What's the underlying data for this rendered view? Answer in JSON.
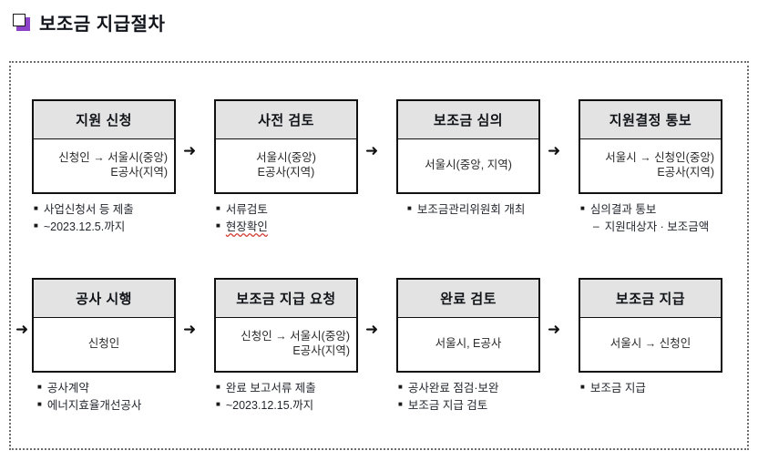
{
  "title": {
    "text": "보조금 지급절차",
    "icon": "square-note-icon",
    "accent_color": "#8e44c8"
  },
  "frame": {
    "border_style": "dotted",
    "border_color": "#6e6e6e"
  },
  "colors": {
    "header_fill": "#e3e3e3",
    "box_border": "#111111",
    "text": "#23272e",
    "spellcheck_underline": "#d03a2f"
  },
  "flow": {
    "arrow_glyph": "➜",
    "rows": [
      {
        "lead_arrow": false,
        "steps": [
          {
            "header": "지원 신청",
            "body": "신청인 → 서울시(중앙)\nE공사(지역)",
            "body_align": "right",
            "arrow_after": true,
            "bullets": [
              {
                "text": "사업신청서 등 제출",
                "marker": "■",
                "level": 1,
                "squiggle": false
              },
              {
                "text": "~2023.12.5.까지",
                "marker": "■",
                "level": 1,
                "squiggle": false
              }
            ]
          },
          {
            "header": "사전 검토",
            "body": "서울시(중앙)\nE공사(지역)",
            "body_align": "center",
            "arrow_after": true,
            "bullets": [
              {
                "text": "서류검토",
                "marker": "■",
                "level": 1,
                "squiggle": false
              },
              {
                "text": "현장확인",
                "marker": "■",
                "level": 1,
                "squiggle": true
              }
            ]
          },
          {
            "header": "보조금 심의",
            "body": "서울시(중앙, 지역)",
            "body_align": "center",
            "arrow_after": true,
            "bullets": [
              {
                "text": "보조금관리위원회 개최",
                "marker": "■",
                "level": 1,
                "squiggle": false
              }
            ]
          },
          {
            "header": "지원결정 통보",
            "body": "서울시 → 신청인(중앙)\nE공사(지역)",
            "body_align": "right",
            "arrow_after": false,
            "bullets": [
              {
                "text": "심의결과 통보",
                "marker": "■",
                "level": 1,
                "squiggle": false
              },
              {
                "text": "지원대상자 · 보조금액",
                "marker": "–",
                "level": 2,
                "squiggle": false
              }
            ]
          }
        ]
      },
      {
        "lead_arrow": true,
        "steps": [
          {
            "header": "공사 시행",
            "body": "신청인",
            "body_align": "center",
            "arrow_after": true,
            "bullets": [
              {
                "text": "공사계약",
                "marker": "■",
                "level": 1,
                "squiggle": false
              },
              {
                "text": "에너지효율개선공사",
                "marker": "■",
                "level": 1,
                "squiggle": false
              }
            ]
          },
          {
            "header": "보조금 지급 요청",
            "body": "신청인 → 서울시(중앙)\nE공사(지역)",
            "body_align": "right",
            "arrow_after": true,
            "bullets": [
              {
                "text": "완료 보고서류 제출",
                "marker": "■",
                "level": 1,
                "squiggle": false
              },
              {
                "text": "~2023.12.15.까지",
                "marker": "■",
                "level": 1,
                "squiggle": false
              }
            ]
          },
          {
            "header": "완료 검토",
            "body": "서울시, E공사",
            "body_align": "center",
            "arrow_after": true,
            "bullets": [
              {
                "text": "공사완료 점검·보완",
                "marker": "■",
                "level": 1,
                "squiggle": false
              },
              {
                "text": "보조금 지급 검토",
                "marker": "■",
                "level": 1,
                "squiggle": false
              }
            ]
          },
          {
            "header": "보조금 지급",
            "body": "서울시 → 신청인",
            "body_align": "center",
            "arrow_after": false,
            "bullets": [
              {
                "text": "보조금 지급",
                "marker": "■",
                "level": 1,
                "squiggle": false
              }
            ]
          }
        ]
      }
    ]
  }
}
